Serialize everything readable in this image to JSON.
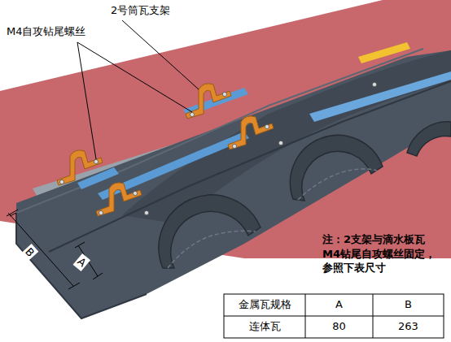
{
  "diagram": {
    "labels": [
      "2号筒瓦支架",
      "M4自攻钻尾螺丝",
      "B",
      "A",
      "注：2支架与滴水板瓦 M4钻尾自攻螺丝固定， 参照下表尺寸",
      "金属瓦规格",
      "A",
      "B",
      "连体瓦",
      "80",
      "263"
    ]
  }
}
